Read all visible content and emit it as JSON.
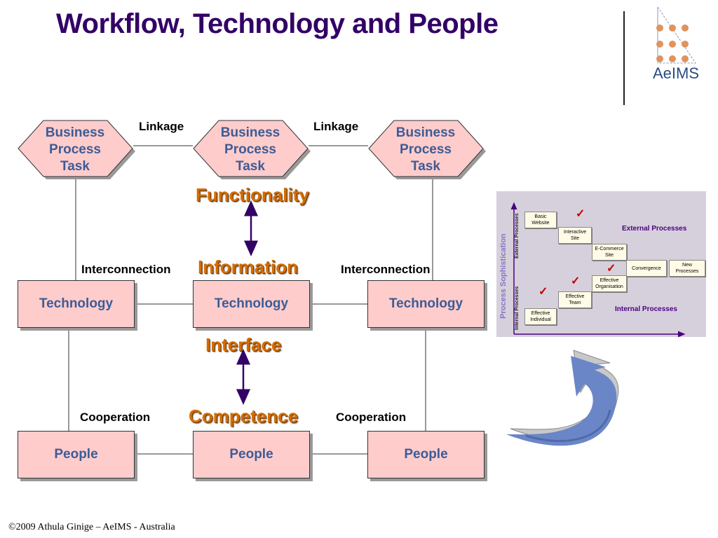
{
  "slide": {
    "title": "Workflow, Technology and People",
    "logo_text": "AeIMS",
    "footer": "©2009 Athula Ginige – AeIMS - Australia"
  },
  "diagram": {
    "task_label": "Business\nProcess\nTask",
    "technology_label": "Technology",
    "people_label": "People",
    "linkage_label": "Linkage",
    "interconnection_label": "Interconnection",
    "cooperation_label": "Cooperation",
    "functionality_label": "Functionality",
    "information_label": "Information",
    "interface_label": "Interface",
    "competence_label": "Competence"
  },
  "inset": {
    "y_axis_label": "Process Sophistication",
    "external_axis_label": "External Processes",
    "internal_axis_label": "Internal Processes",
    "external_processes_label": "External Processes",
    "internal_processes_label": "Internal Processes",
    "steps": [
      "Basic\nWebsite",
      "Interactive\nSite",
      "E-Commerce\nSite",
      "Convergence",
      "New\nProcesses",
      "Effective\nOrganisation",
      "Effective\nTeam",
      "Effective\nIndividual"
    ]
  },
  "colors": {
    "title": "#330066",
    "box_fill": "#ffcccc",
    "box_text": "#3c5c96",
    "accent_orange": "#d46d00",
    "arrow": "#330066"
  }
}
